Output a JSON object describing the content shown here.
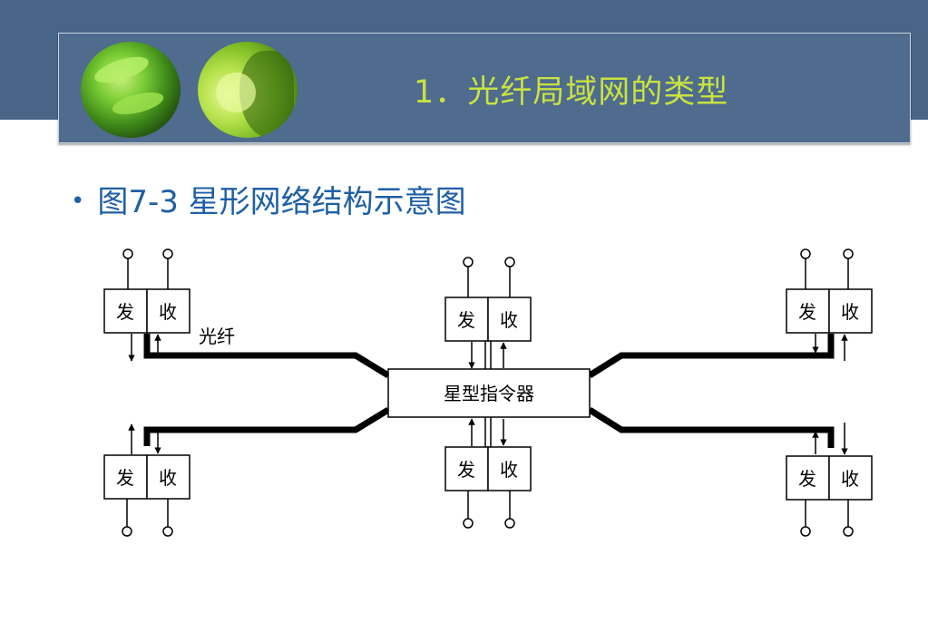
{
  "header": {
    "title": "1．光纤局域网的类型",
    "images": [
      "leaf-photo-1",
      "leaf-photo-2"
    ]
  },
  "bullet": {
    "text": "图7-3 星形网络结构示意图"
  },
  "diagram": {
    "hub_label": "星型指令器",
    "fiber_label": "光纤",
    "send_label": "发",
    "receive_label": "收",
    "stations": [
      "top-left",
      "top-center",
      "top-right",
      "bottom-left",
      "bottom-center",
      "bottom-right"
    ]
  },
  "colors": {
    "banner": "#486486",
    "title_text": "#c8e33f",
    "bullet_text": "#1f5fa6",
    "fiber": "#000000"
  }
}
